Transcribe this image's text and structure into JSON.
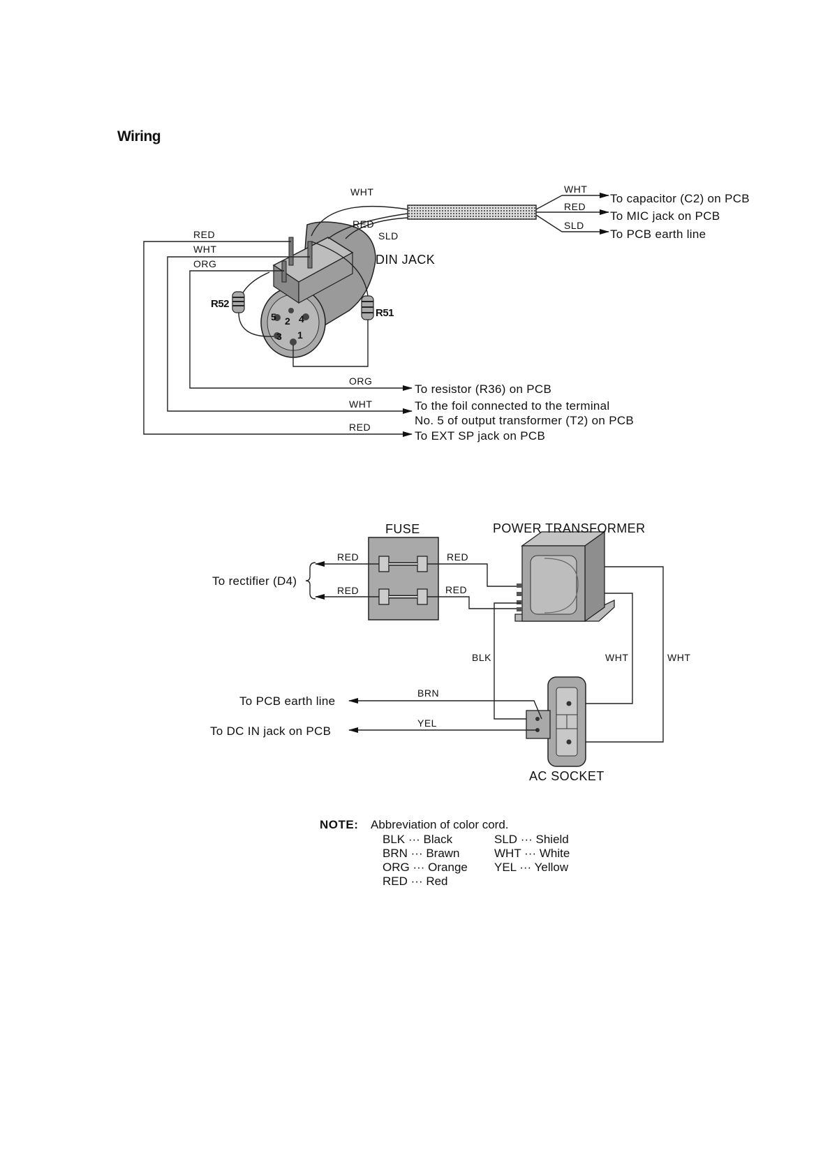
{
  "page_title": "Wiring",
  "din": {
    "component_label": "DIN JACK",
    "cable_labels": [
      "WHT",
      "RED",
      "SLD"
    ],
    "cable_destinations": [
      "To capacitor (C2) on PCB",
      "To MIC jack on PCB",
      "To PCB earth line"
    ],
    "left_labels": [
      "RED",
      "WHT",
      "ORG"
    ],
    "resistors": [
      "R52",
      "R51"
    ],
    "pins": [
      "5",
      "2",
      "4",
      "3",
      "1"
    ],
    "bottom_wires": [
      {
        "label": "ORG",
        "lines": [
          "To resistor (R36) on PCB"
        ]
      },
      {
        "label": "WHT",
        "lines": [
          "To the foil connected to the terminal",
          "No. 5 of output transformer (T2) on PCB"
        ]
      },
      {
        "label": "RED",
        "lines": [
          "To EXT SP jack on PCB"
        ]
      }
    ]
  },
  "power": {
    "fuse_label": "FUSE",
    "transformer_label": "POWER TRANSFORMER",
    "socket_label": "AC SOCKET",
    "rectifier_label": "To rectifier (D4)",
    "fuse_left_wires": [
      "RED",
      "RED"
    ],
    "fuse_right_wires": [
      "RED",
      "RED"
    ],
    "vertical_wires": [
      "BLK",
      "WHT",
      "WHT"
    ],
    "earth_dest": "To PCB earth line",
    "earth_wire": "BRN",
    "dcin_dest": "To DC IN jack on PCB",
    "dcin_wire": "YEL"
  },
  "note": {
    "heading": "NOTE:",
    "intro": "Abbreviation of color cord.",
    "entries": [
      {
        "code": "BLK",
        "sep": "···",
        "name": "Black"
      },
      {
        "code": "BRN",
        "sep": "···",
        "name": "Brawn"
      },
      {
        "code": "ORG",
        "sep": "···",
        "name": "Orange"
      },
      {
        "code": "RED",
        "sep": "···",
        "name": "Red"
      },
      {
        "code": "SLD",
        "sep": "···",
        "name": "Shield"
      },
      {
        "code": "WHT",
        "sep": "···",
        "name": "White"
      },
      {
        "code": "YEL",
        "sep": "···",
        "name": "Yellow"
      }
    ]
  },
  "colors": {
    "component_fill": "#a9a9a9",
    "component_dark": "#8a8a8a",
    "line": "#222222"
  }
}
